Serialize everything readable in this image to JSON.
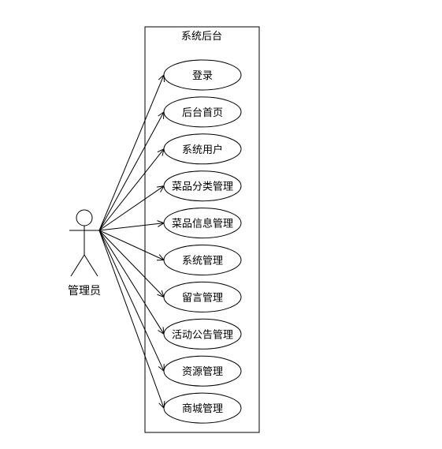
{
  "system": {
    "title": "系统后台"
  },
  "actor": {
    "label": "管理员"
  },
  "use_cases": [
    {
      "label": "登录"
    },
    {
      "label": "后台首页"
    },
    {
      "label": "系统用户"
    },
    {
      "label": "菜品分类管理"
    },
    {
      "label": "菜品信息管理"
    },
    {
      "label": "系统管理"
    },
    {
      "label": "留言管理"
    },
    {
      "label": "活动公告管理"
    },
    {
      "label": "资源管理"
    },
    {
      "label": "商城管理"
    }
  ]
}
